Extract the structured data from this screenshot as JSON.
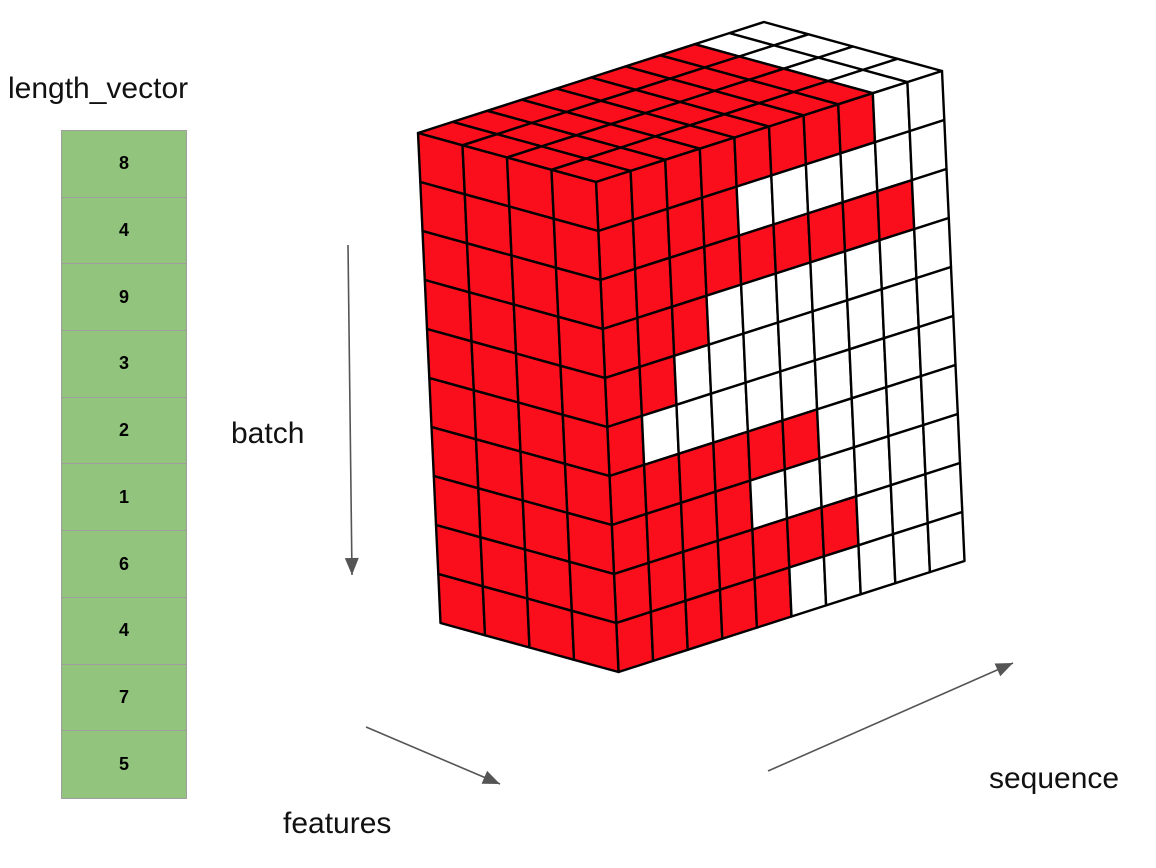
{
  "title": "length_vector",
  "length_vector": [
    "8",
    "4",
    "9",
    "3",
    "2",
    "1",
    "6",
    "4",
    "7",
    "5"
  ],
  "axes": {
    "batch": "batch",
    "features": "features",
    "sequence": "sequence"
  },
  "tensor": {
    "batch_size": 10,
    "feature_size": 4,
    "max_sequence_length": 10
  },
  "colors": {
    "filled": "#fb0e1c",
    "padding": "#ffffff",
    "grid_line": "#000000",
    "vector_cell": "#93c47d",
    "vector_border": "#9e9e9e",
    "arrow": "#555555"
  }
}
